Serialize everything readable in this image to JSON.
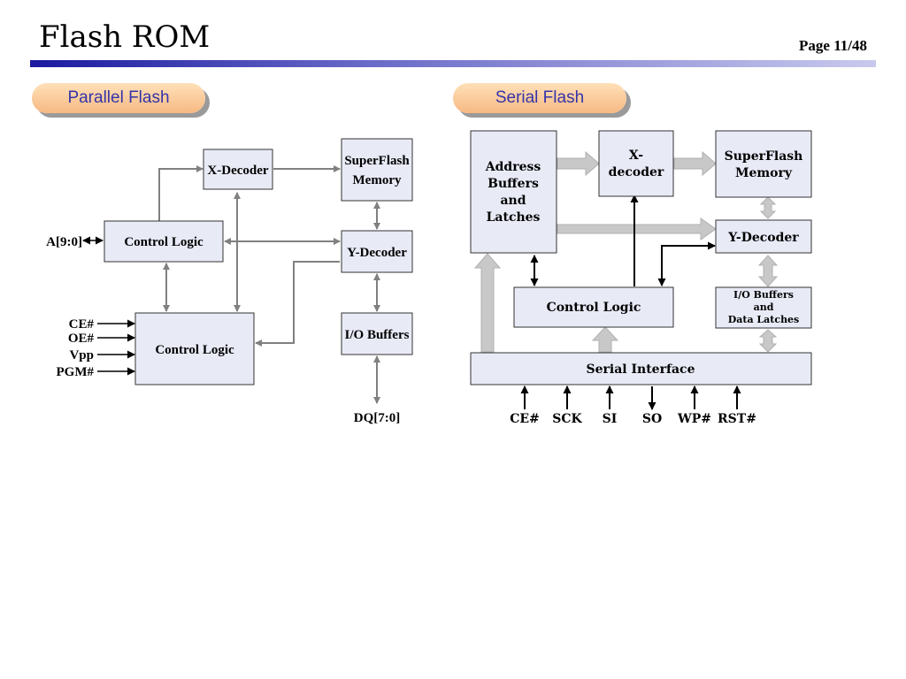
{
  "slide": {
    "title": "Flash ROM",
    "page": "Page 11/48"
  },
  "parallel": {
    "heading": "Parallel Flash",
    "blocks": {
      "x_decoder": "X-Decoder",
      "superflash_1": "SuperFlash",
      "superflash_2": "Memory",
      "control_logic_top": "Control Logic",
      "y_decoder": "Y-Decoder",
      "control_logic_bottom": "Control Logic",
      "io_buffers": "I/O Buffers"
    },
    "signals": {
      "address": "A[9:0]",
      "ce": "CE#",
      "oe": "OE#",
      "vpp": "Vpp",
      "pgm": "PGM#",
      "dq": "DQ[7:0]"
    }
  },
  "serial": {
    "heading": "Serial Flash",
    "blocks": {
      "address_1": "Address",
      "address_2": "Buffers",
      "address_3": "and",
      "address_4": "Latches",
      "x_decoder_1": "X-",
      "x_decoder_2": "decoder",
      "superflash_1": "SuperFlash",
      "superflash_2": "Memory",
      "y_decoder": "Y-Decoder",
      "control_logic": "Control Logic",
      "io_1": "I/O Buffers",
      "io_2": "and",
      "io_3": "Data Latches",
      "serial_interface": "Serial Interface"
    },
    "pins": [
      "CE#",
      "SCK",
      "SI",
      "SO",
      "WP#",
      "RST#"
    ]
  },
  "colors": {
    "block_fill": "#e8eaf6",
    "line_gray": "#808080",
    "pill": "#f6b983",
    "pill_text": "#3434a8",
    "title_bar": "#1a1aa0"
  }
}
